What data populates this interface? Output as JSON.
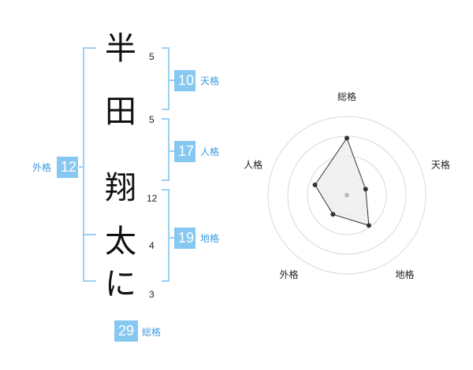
{
  "name": {
    "characters": [
      {
        "char": "半",
        "strokes": "5"
      },
      {
        "char": "田",
        "strokes": "5"
      },
      {
        "char": "翔",
        "strokes": "12"
      },
      {
        "char": "太",
        "strokes": "4"
      },
      {
        "char": "に",
        "strokes": "3"
      }
    ]
  },
  "fortune": {
    "tenkaku": {
      "value": "10",
      "label": "天格"
    },
    "jinkaku": {
      "value": "17",
      "label": "人格"
    },
    "chikaku": {
      "value": "19",
      "label": "地格"
    },
    "gaikaku": {
      "value": "12",
      "label": "外格"
    },
    "soukaku": {
      "value": "29",
      "label": "総格"
    }
  },
  "chart_data": {
    "type": "radar",
    "axes": [
      "総格",
      "天格",
      "地格",
      "外格",
      "人格"
    ],
    "values": [
      29,
      10,
      19,
      12,
      17
    ],
    "rings": 4,
    "colors": {
      "fill": "#eeeeee",
      "stroke": "#333333",
      "ring": "#d9d9d9",
      "center": "#bbbbbb"
    }
  }
}
